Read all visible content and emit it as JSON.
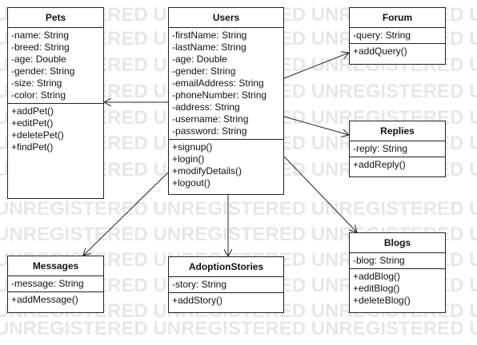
{
  "watermark": {
    "text": "UNREGISTERED"
  },
  "classes": {
    "pets": {
      "name": "Pets",
      "attributes": [
        "-name: String",
        "-breed: String",
        "-age: Double",
        "-gender: String",
        "-size: String",
        "-color: String"
      ],
      "operations": [
        "+addPet()",
        "+editPet()",
        "+deletePet()",
        "+findPet()"
      ]
    },
    "users": {
      "name": "Users",
      "attributes": [
        "-firstName: String",
        "-lastName: String",
        "-age: Double",
        "-gender: String",
        "-emailAddress: String",
        "-phoneNumber: String",
        "-address: String",
        "-username: String",
        "-password: String"
      ],
      "operations": [
        "+signup()",
        "+login()",
        "+modifyDetails()",
        "+logout()"
      ]
    },
    "forum": {
      "name": "Forum",
      "attributes": [
        "-query: String"
      ],
      "operations": [
        "+addQuery()"
      ]
    },
    "replies": {
      "name": "Replies",
      "attributes": [
        "-reply: String"
      ],
      "operations": [
        "+addReply()"
      ]
    },
    "blogs": {
      "name": "Blogs",
      "attributes": [
        "-blog: String"
      ],
      "operations": [
        "+addBlog()",
        "+editBlog()",
        "+deleteBlog()"
      ]
    },
    "messages": {
      "name": "Messages",
      "attributes": [
        "-message: String"
      ],
      "operations": [
        "+addMessage()"
      ]
    },
    "adoption_stories": {
      "name": "AdoptionStories",
      "attributes": [
        "-story: String"
      ],
      "operations": [
        "+addStory()"
      ]
    }
  },
  "associations": [
    {
      "from": "users",
      "to": "pets"
    },
    {
      "from": "users",
      "to": "forum"
    },
    {
      "from": "users",
      "to": "replies"
    },
    {
      "from": "users",
      "to": "blogs"
    },
    {
      "from": "users",
      "to": "messages"
    },
    {
      "from": "users",
      "to": "adoption_stories"
    }
  ]
}
